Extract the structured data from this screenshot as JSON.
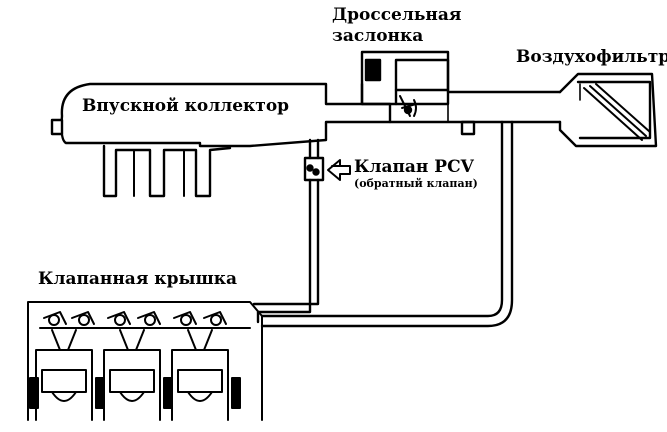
{
  "labels": {
    "throttle_line1": "Дроссельная",
    "throttle_line2": "заслонка",
    "air_filter": "Воздухофильтр",
    "intake_manifold": "Впускной коллектор",
    "pcv_valve": "Клапан PCV",
    "pcv_valve_note": "(обратный клапан)",
    "valve_cover": "Клапанная крышка"
  },
  "colors": {
    "line": "#000000",
    "background": "#ffffff"
  }
}
